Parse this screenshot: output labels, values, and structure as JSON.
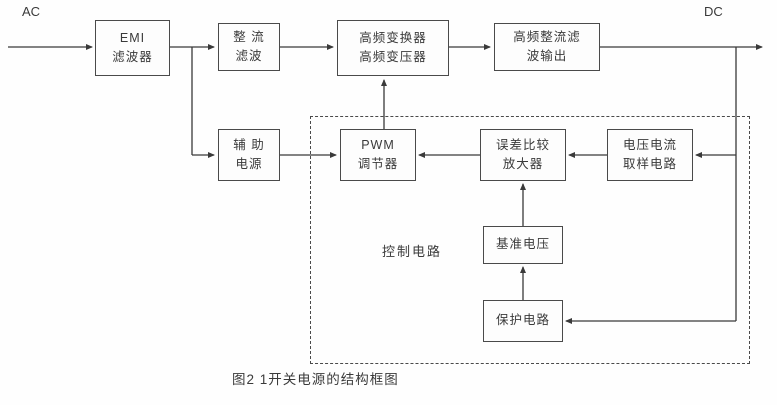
{
  "labels": {
    "ac": "AC",
    "dc": "DC",
    "control_circuit": "控制电路",
    "caption": "图2 1开关电源的结构框图"
  },
  "blocks": {
    "emi_filter": {
      "line1": "EMI",
      "line2": "滤波器"
    },
    "rectifier_filter": {
      "line1": "整 流",
      "line2": "滤波"
    },
    "hf_converter": {
      "line1": "高频变换器",
      "line2": "高频变压器"
    },
    "hf_rectifier_output": {
      "line1": "高频整流滤",
      "line2": "波输出"
    },
    "aux_power": {
      "line1": "辅 助",
      "line2": "电源"
    },
    "pwm_regulator": {
      "line1": "PWM",
      "line2": "调节器"
    },
    "error_amplifier": {
      "line1": "误差比较",
      "line2": "放大器"
    },
    "sampling_circuit": {
      "line1": "电压电流",
      "line2": "取样电路"
    },
    "reference_voltage": {
      "line1": "基准电压"
    },
    "protection_circuit": {
      "line1": "保护电路"
    }
  }
}
